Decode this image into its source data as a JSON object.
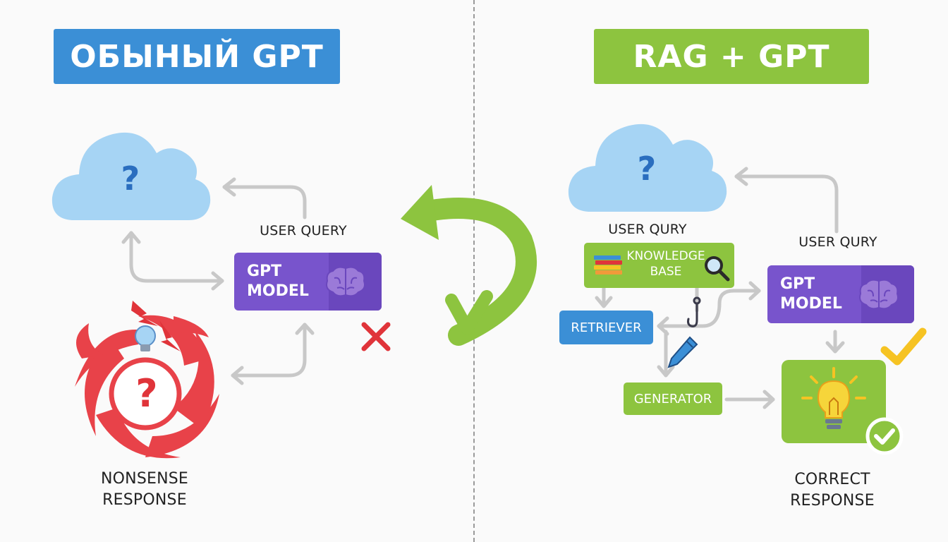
{
  "left": {
    "title": "ОБЫНЫЙ GPT",
    "user_query": "USER QUERY",
    "gpt_model": "GPT\nMODEL",
    "result_line1": "NONSENSE",
    "result_line2": "RESPONSE",
    "question_mark": "?"
  },
  "right": {
    "title": "RAG + GPT",
    "user_query_a": "USER QURY",
    "user_query_b": "USER QURY",
    "knowledge_base": "KNOWLEDGE\nBASE",
    "retriever": "RETRIEVER",
    "generator": "GENERATOR",
    "gpt_model": "GPT\nMODEL",
    "result_line1": "CORRECT",
    "result_line2": "RESPONSE",
    "question_mark": "?"
  },
  "colors": {
    "blue": "#3b8fd6",
    "green": "#8dc43f",
    "purple": "#7854cc",
    "red": "#e0343a",
    "cloud": "#a6d4f4",
    "arrow_gray": "#c8c8c8",
    "yellow_check": "#f6c323"
  }
}
